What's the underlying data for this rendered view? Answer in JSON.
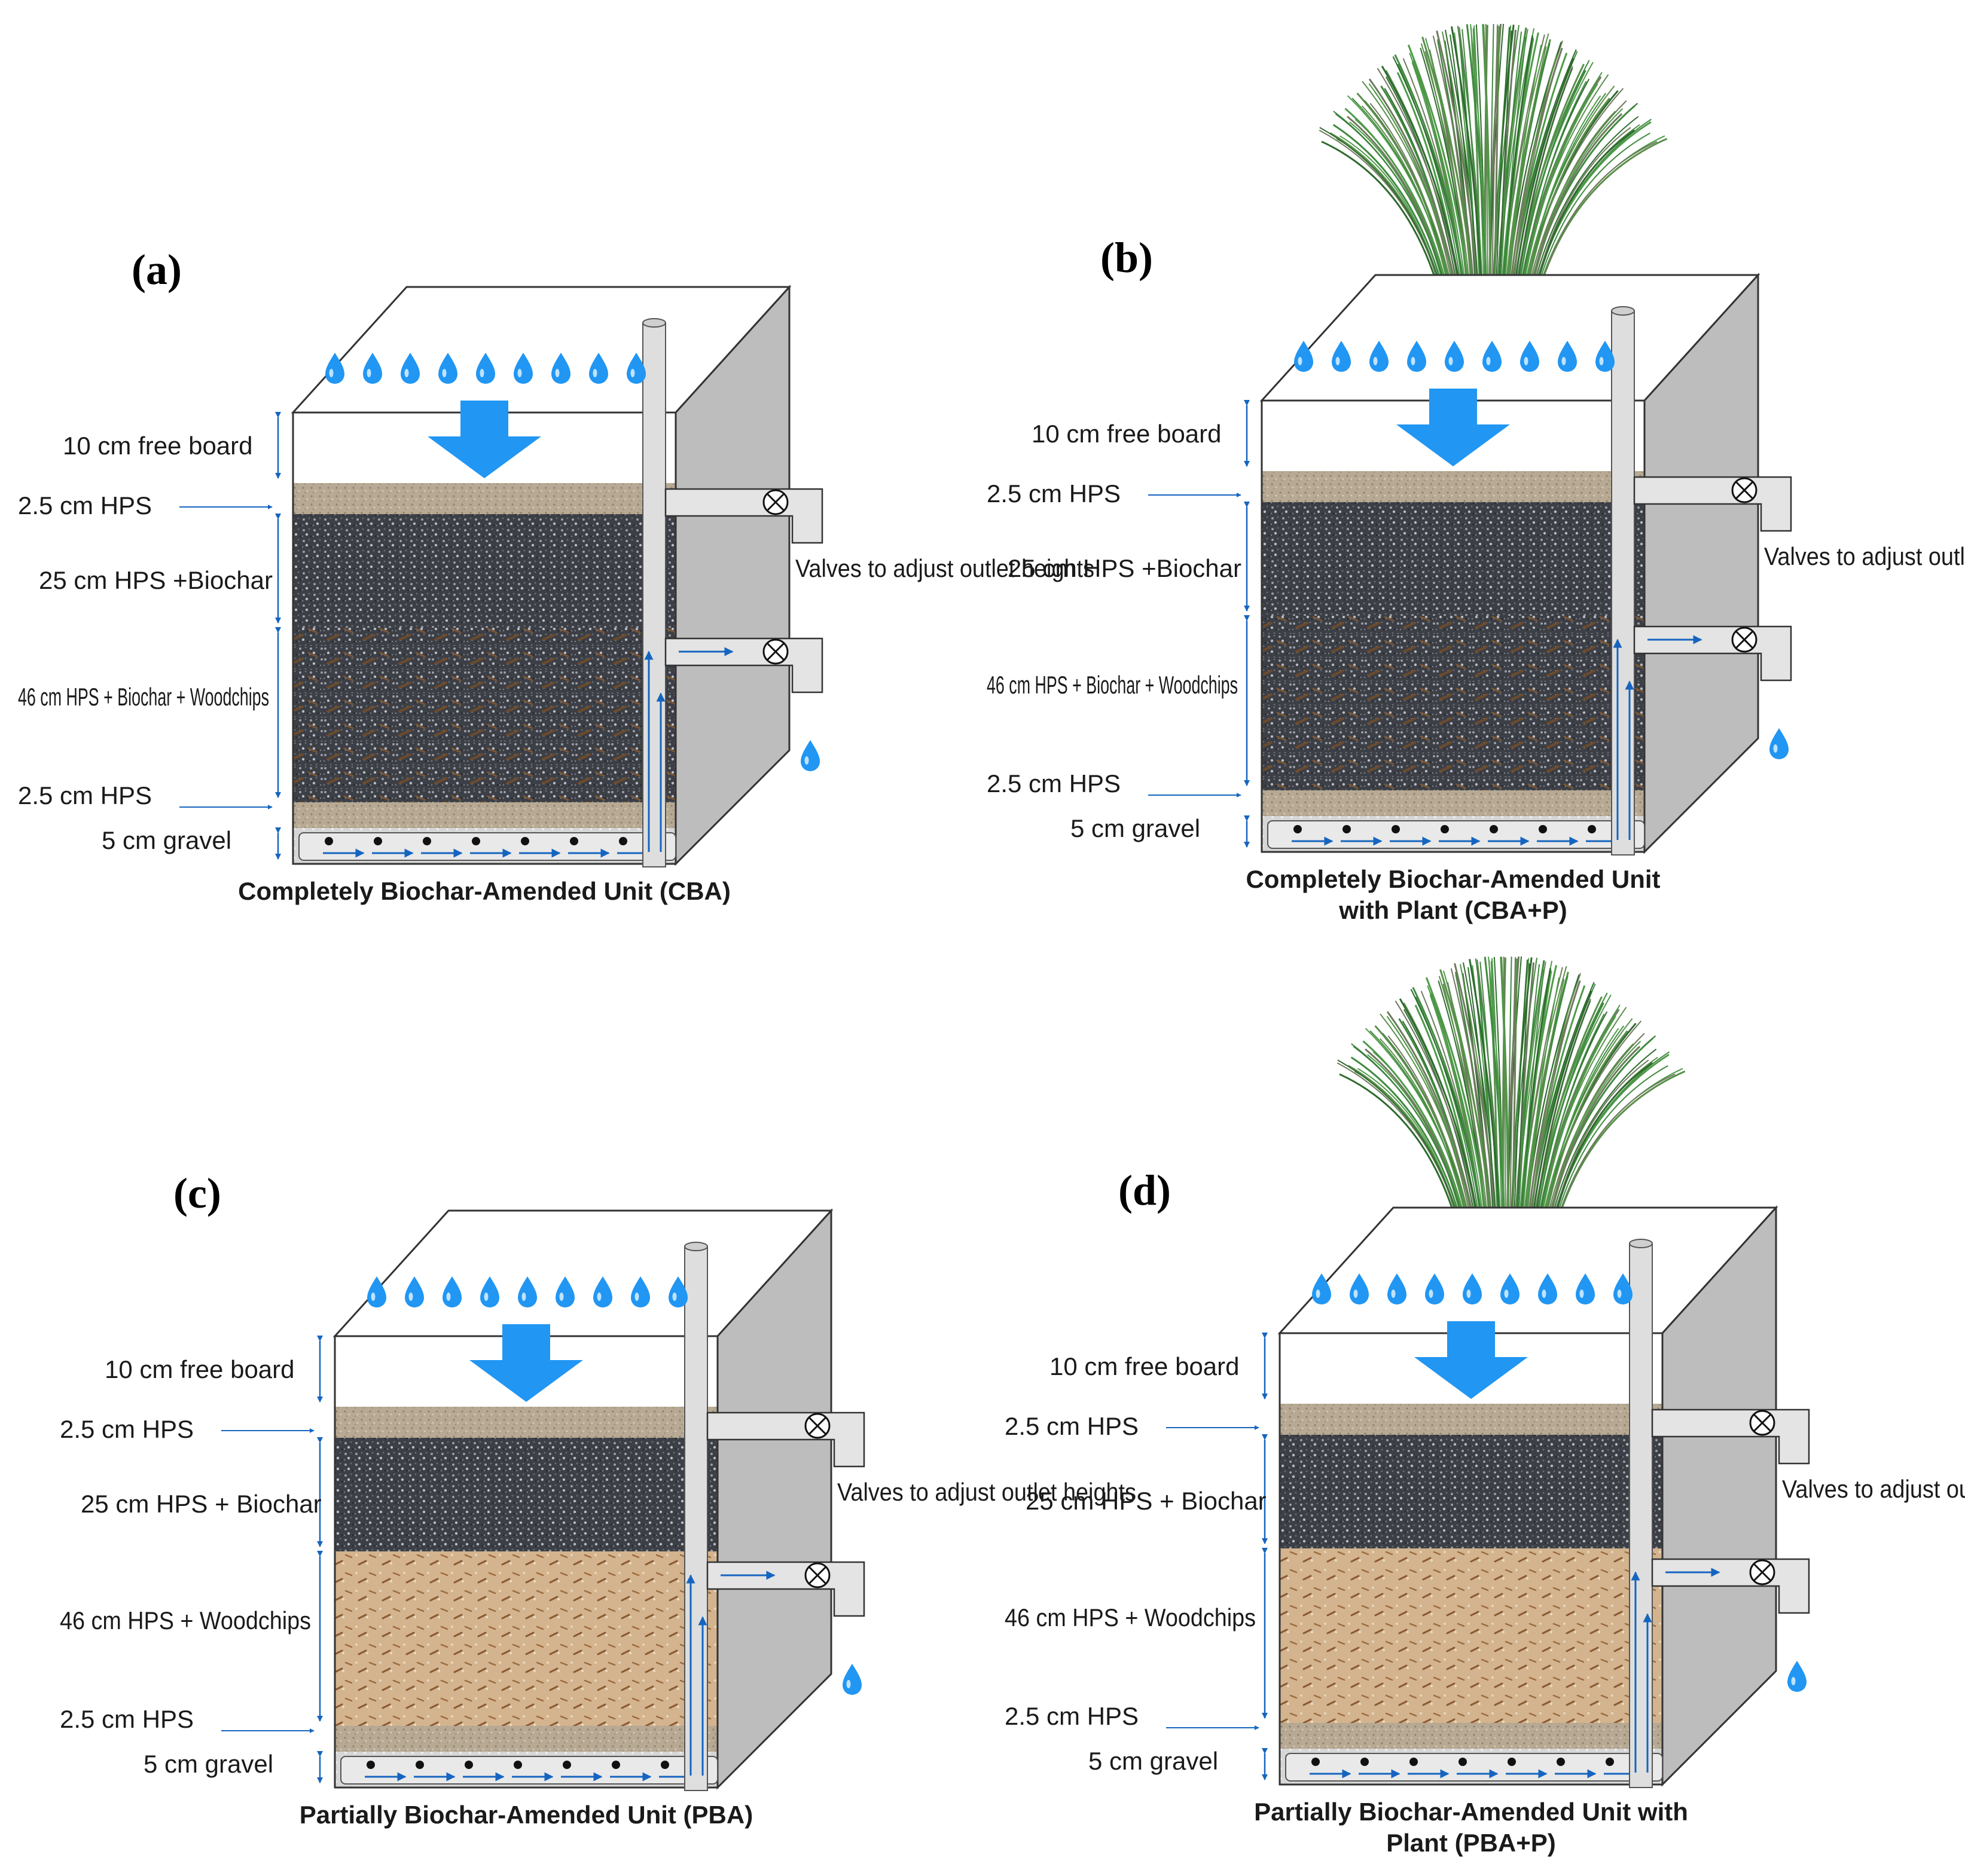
{
  "panels": [
    {
      "id": "a",
      "tag": "(a)",
      "mix": "biochar",
      "plant": false,
      "caption": [
        "Completely Biochar-Amended Unit (CBA)"
      ],
      "layers": [
        "10 cm free board",
        "2.5 cm HPS",
        "25 cm HPS +Biochar",
        "46 cm HPS + Biochar + Woodchips",
        "2.5 cm HPS",
        "5 cm gravel"
      ],
      "valve_note": "Valves to adjust outlet heights"
    },
    {
      "id": "b",
      "tag": "(b)",
      "mix": "biochar",
      "plant": true,
      "caption": [
        "Completely Biochar-Amended Unit",
        "with Plant (CBA+P)"
      ],
      "layers": [
        "10 cm free board",
        "2.5 cm HPS",
        "25 cm HPS +Biochar",
        "46 cm HPS + Biochar + Woodchips",
        "2.5 cm HPS",
        "5 cm gravel"
      ],
      "valve_note": "Valves to adjust outlet heights"
    },
    {
      "id": "c",
      "tag": "(c)",
      "mix": "woodchips",
      "plant": false,
      "caption": [
        "Partially Biochar-Amended Unit (PBA)"
      ],
      "layers": [
        "10 cm free board",
        "2.5 cm HPS",
        "25 cm HPS + Biochar",
        "46 cm HPS + Woodchips",
        "2.5 cm HPS",
        "5 cm gravel"
      ],
      "valve_note": "Valves to adjust outlet heights"
    },
    {
      "id": "d",
      "tag": "(d)",
      "mix": "woodchips",
      "plant": true,
      "caption": [
        "Partially Biochar-Amended Unit with",
        "Plant (PBA+P)"
      ],
      "layers": [
        "10 cm free board",
        "2.5 cm HPS",
        "25 cm HPS + Biochar",
        "46 cm HPS + Woodchips",
        "2.5 cm HPS",
        "5 cm gravel"
      ],
      "valve_note": "Valves to adjust outlet heights"
    }
  ],
  "colors": {
    "water": "#2196F3",
    "flow": "#1565C0",
    "wall": "#bdbdbd",
    "hps": "#b9ab98",
    "biochar": "#3e4147",
    "woodchips": "#c9a27a",
    "gravel": "#d8d8d8",
    "plant": "#3f7a3a"
  },
  "icons": [
    "water-drop-icon",
    "down-arrow-icon",
    "valve-icon",
    "grass-plant-icon",
    "flow-arrow-icon"
  ]
}
